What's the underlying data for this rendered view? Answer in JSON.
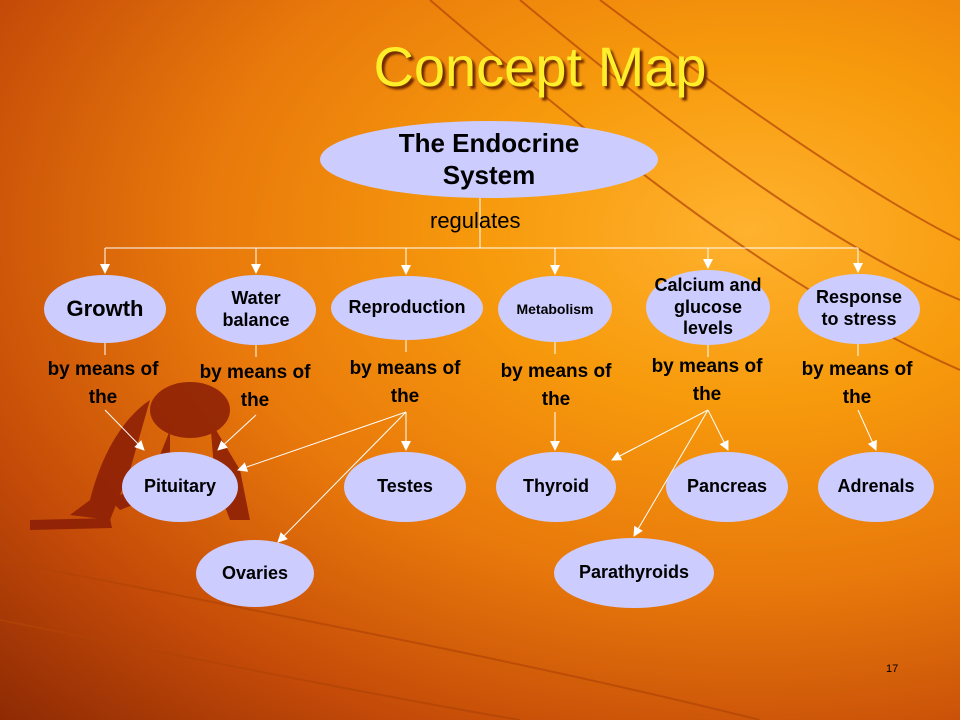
{
  "title": "Concept Map",
  "root": {
    "label": "The Endocrine System"
  },
  "link_label": "regulates",
  "functions": [
    {
      "id": "growth",
      "label": "Growth"
    },
    {
      "id": "water-balance",
      "label": "Water balance"
    },
    {
      "id": "reproduction",
      "label": "Reproduction"
    },
    {
      "id": "metabolism",
      "label": "Metabolism"
    },
    {
      "id": "calcium-glucose",
      "label": "Calcium and glucose levels"
    },
    {
      "id": "response-stress",
      "label": "Response to stress"
    }
  ],
  "means_label": "by means of the",
  "glands": [
    {
      "id": "pituitary",
      "label": "Pituitary"
    },
    {
      "id": "testes",
      "label": "Testes"
    },
    {
      "id": "thyroid",
      "label": "Thyroid"
    },
    {
      "id": "pancreas",
      "label": "Pancreas"
    },
    {
      "id": "adrenals",
      "label": "Adrenals"
    },
    {
      "id": "ovaries",
      "label": "Ovaries"
    },
    {
      "id": "parathyroids",
      "label": "Parathyroids"
    }
  ],
  "connections": [
    {
      "from": "growth",
      "to": "pituitary"
    },
    {
      "from": "water-balance",
      "to": "pituitary"
    },
    {
      "from": "reproduction",
      "to": "pituitary"
    },
    {
      "from": "reproduction",
      "to": "testes"
    },
    {
      "from": "reproduction",
      "to": "ovaries"
    },
    {
      "from": "metabolism",
      "to": "thyroid"
    },
    {
      "from": "calcium-glucose",
      "to": "thyroid"
    },
    {
      "from": "calcium-glucose",
      "to": "pancreas"
    },
    {
      "from": "calcium-glucose",
      "to": "parathyroids"
    },
    {
      "from": "response-stress",
      "to": "adrenals"
    }
  ],
  "page_number": "17",
  "colors": {
    "node_fill": "#ccccff",
    "title": "#ffef2a",
    "background": "#f79a0c"
  }
}
